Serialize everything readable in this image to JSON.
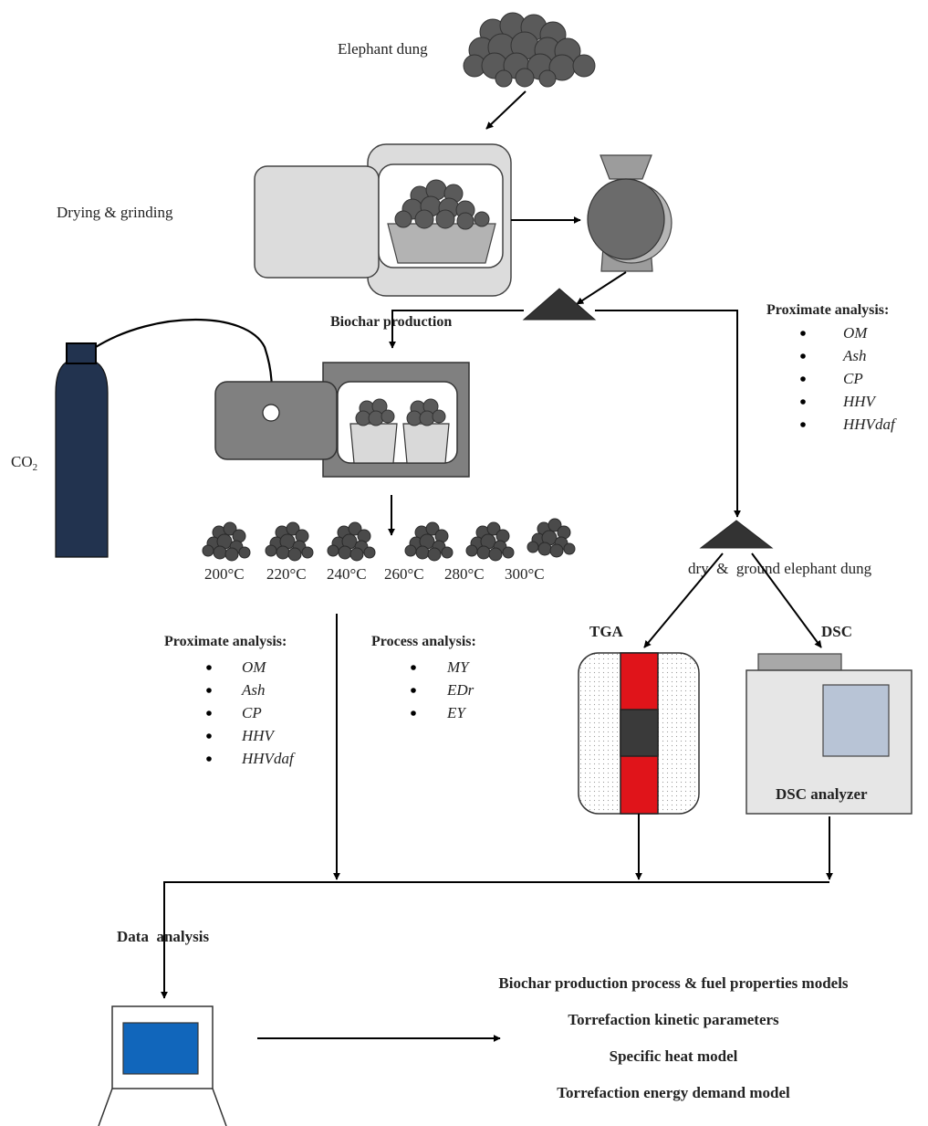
{
  "labels": {
    "elephant_dung": "Elephant dung",
    "drying_grinding": "Drying & grinding",
    "biochar_production": "Biochar production",
    "co2_main": "CO",
    "co2_sub": "2",
    "dry_ground": "dry  &  ground elephant dung",
    "tga": "TGA",
    "dsc": "DSC",
    "dsc_analyzer": "DSC analyzer",
    "data_analysis": "Data  analysis"
  },
  "temperatures": [
    "200°C",
    "220°C",
    "240°C",
    "260°C",
    "280°C",
    "300°C"
  ],
  "proximate_right": {
    "title": "Proximate analysis:",
    "items": [
      "OM",
      "Ash",
      "CP",
      "HHV",
      "HHVdaf"
    ]
  },
  "proximate_left": {
    "title": "Proximate analysis:",
    "items": [
      "OM",
      "Ash",
      "CP",
      "HHV",
      "HHVdaf"
    ]
  },
  "process_analysis": {
    "title": "Process analysis:",
    "items": [
      "MY",
      "EDr",
      "EY"
    ]
  },
  "outputs": [
    "Biochar production process & fuel properties models",
    "Torrefaction kinetic parameters",
    "Specific heat model",
    "Torrefaction energy demand model"
  ],
  "colors": {
    "dung": "#5a5a5a",
    "cylinder": "#22334f",
    "tga_red": "#e0141a",
    "screen_blue": "#1166bb",
    "dsc_window": "#b8c4d6"
  }
}
